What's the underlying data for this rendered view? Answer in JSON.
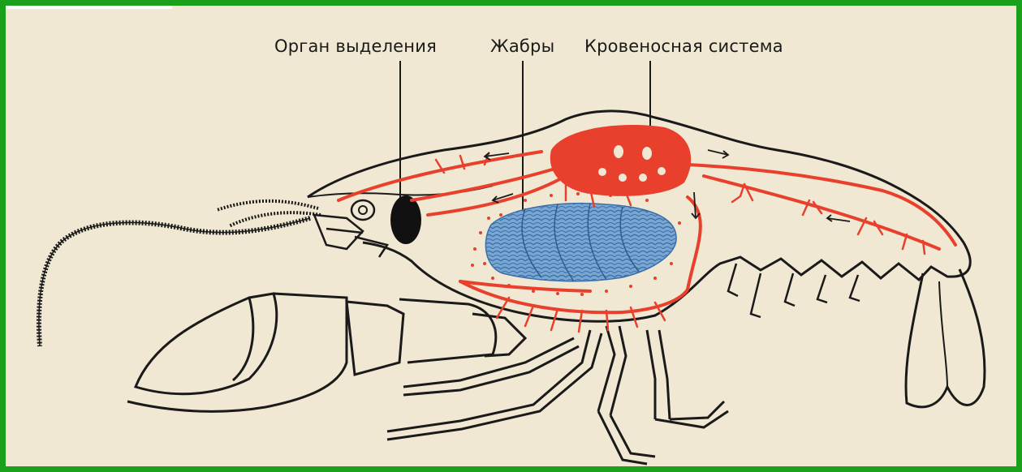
{
  "labels": {
    "excretory_organ": "Орган выделения",
    "gills": "Жабры",
    "circulatory_system": "Кровеносная система"
  },
  "colors": {
    "frame": "#1aa01a",
    "paper": "#f0e8d2",
    "outline": "#1a1a1a",
    "blood_vessels": "#e8402c",
    "gills": "#6f9cc8",
    "excretory_organ": "#111111"
  }
}
